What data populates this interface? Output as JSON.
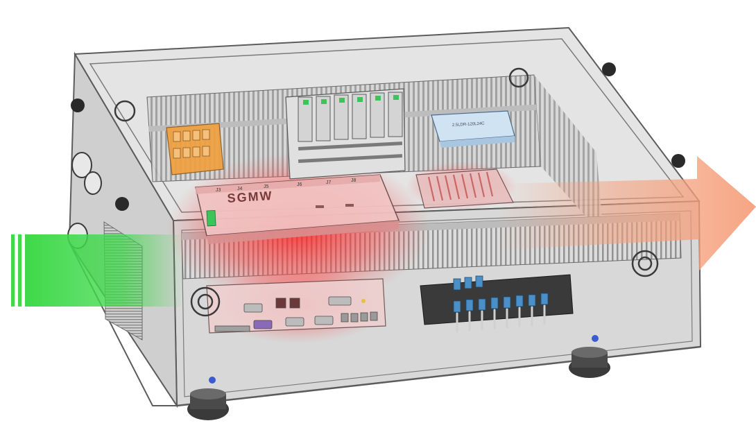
{
  "diagram": {
    "main_board_label": "SGMW",
    "connector_labels": [
      "J3",
      "J4",
      "J5",
      "J6",
      "J7",
      "J8"
    ],
    "power_supply_label": "2.5LDR-120L24C",
    "airflow_in_color": "#3fd94a",
    "airflow_out_color": "#f5a07c",
    "heat_color": "#ff2a2a",
    "enclosure_color": "#b9b9b9",
    "psu_color": "#cfe3f3",
    "terminal_color": "#4a8fc7",
    "relay_indicator_color": "#3ac45a",
    "orange_terminal_color": "#f0a040"
  }
}
